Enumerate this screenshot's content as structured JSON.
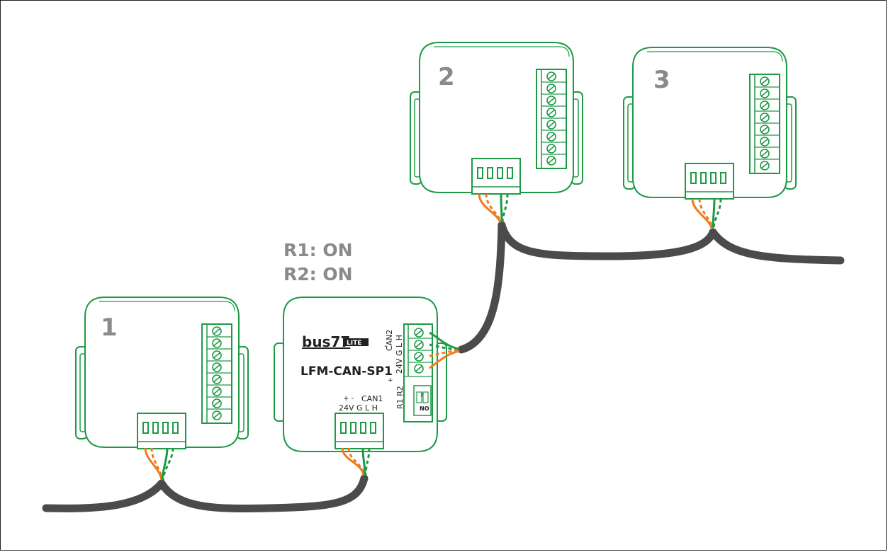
{
  "colors": {
    "device_outline": "#1e9a46",
    "cable": "#4b4b4b",
    "wire_orange": "#f07a1c",
    "wire_green": "#1e9a46",
    "label_grey": "#8a8a8a"
  },
  "devices": [
    {
      "number": "1"
    },
    {
      "number": "2"
    },
    {
      "number": "3"
    }
  ],
  "splitter": {
    "brand": "bus77",
    "brand_badge": "LITE",
    "model": "LFM-CAN-SP1",
    "can2_label": "CAN2",
    "can2_sign_minus": "-",
    "can2_sign_plus": "+",
    "can2_pins": "24V G L H",
    "can1_label": "CAN1",
    "can1_signs": "+   -",
    "can1_pins": "24V G  L  H",
    "resistor_labels": "R1 R2",
    "switch_top": "2",
    "switch_bottom": "NO"
  },
  "resistor_status": {
    "r1": "R1: ON",
    "r2": "R2: ON"
  }
}
